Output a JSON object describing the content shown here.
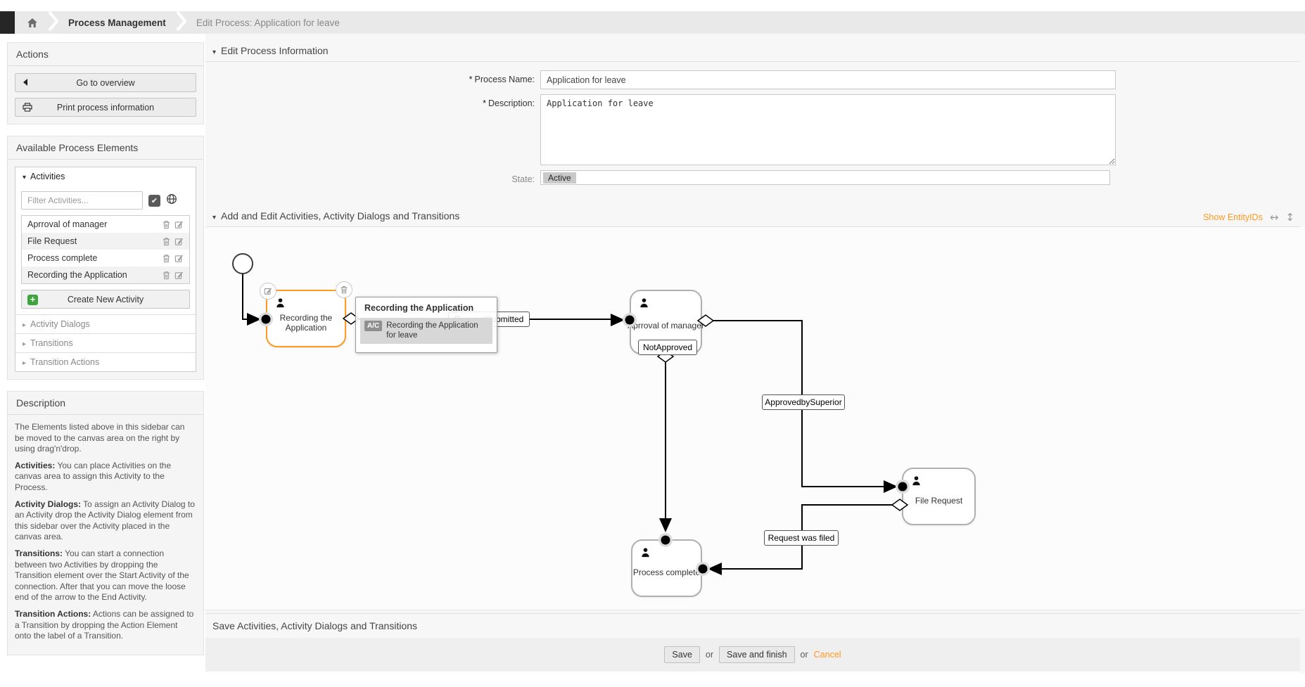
{
  "icons": {
    "check": "✔",
    "expanded": "▾",
    "collapsed": "▸",
    "resize_h": "↔",
    "resize_v": "↕",
    "plus": "+"
  },
  "colors": {
    "accent": "#ff9922",
    "highlight_border": "#ff9922"
  },
  "breadcrumb": {
    "items": [
      "Process Management",
      "Edit Process: Application for leave"
    ]
  },
  "sidebar": {
    "actions": {
      "title": "Actions",
      "overview_label": "Go to overview",
      "print_label": "Print process information"
    },
    "elements": {
      "title": "Available Process Elements",
      "activities": {
        "header": "Activities",
        "filter_placeholder": "Filter Activities...",
        "items": [
          "Aprroval of manager",
          "File Request",
          "Process complete",
          "Recording the Application"
        ],
        "create_label": "Create New Activity"
      },
      "collapsed": [
        "Activity Dialogs",
        "Transitions",
        "Transition Actions"
      ]
    },
    "description": {
      "title": "Description",
      "paragraphs": [
        {
          "lead": "",
          "text": "The Elements listed above in this sidebar can be moved to the canvas area on the right by using drag'n'drop."
        },
        {
          "lead": "Activities:",
          "text": "You can place Activities on the canvas area to assign this Activity to the Process."
        },
        {
          "lead": "Activity Dialogs:",
          "text": "To assign an Activity Dialog to an Activity drop the Activity Dialog element from this sidebar over the Activity placed in the canvas area."
        },
        {
          "lead": "Transitions:",
          "text": "You can start a connection between two Activities by dropping the Transition element over the Start Activity of the connection. After that you can move the loose end of the arrow to the End Activity."
        },
        {
          "lead": "Transition Actions:",
          "text": "Actions can be assigned to a Transition by dropping the Action Element onto the label of a Transition."
        }
      ]
    }
  },
  "form": {
    "header": "Edit Process Information",
    "required_marker": "*",
    "name_label": "Process Name:",
    "name_value": "Application for leave",
    "desc_label": "Description:",
    "desc_value": "Application for leave",
    "state_label": "State:",
    "state_value": "Active"
  },
  "canvas": {
    "header": "Add and Edit Activities, Activity Dialogs and Transitions",
    "show_entity_ids": "Show EntityIDs",
    "activities": {
      "recording": "Recording the Application",
      "approval": "Aprroval of manager",
      "file_request": "File Request",
      "process_complete": "Process complete"
    },
    "transitions": {
      "request_submitted": "RequestSubmitted",
      "not_approved": "NotApproved",
      "approved_by_superior": "ApprovedbySuperior",
      "request_was_filed": "Request was filed"
    },
    "popup": {
      "title": "Recording the Application",
      "badge": "A/C",
      "item": "Recording the Application for leave"
    }
  },
  "footer": {
    "header": "Save Activities, Activity Dialogs and Transitions",
    "save": "Save",
    "conj": "or",
    "save_finish": "Save and finish",
    "cancel": "Cancel"
  }
}
